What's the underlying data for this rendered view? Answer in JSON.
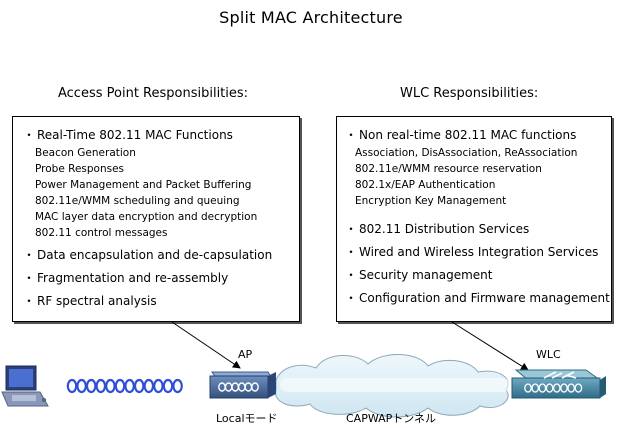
{
  "title": "Split MAC Architecture",
  "ap_column": {
    "heading": "Access Point  Responsibilities:",
    "items": [
      {
        "label": "Real-Time 802.11 MAC Functions",
        "sub": [
          "Beacon Generation",
          "Probe Responses",
          "Power Management and Packet Buffering",
          "802.11e/WMM scheduling and queuing",
          "MAC layer data encryption and decryption",
          "802.11 control messages"
        ]
      },
      {
        "label": "Data encapsulation and de-capsulation"
      },
      {
        "label": "Fragmentation and re-assembly"
      },
      {
        "label": "RF spectral analysis"
      }
    ]
  },
  "wlc_column": {
    "heading": "WLC  Responsibilities:",
    "items": [
      {
        "label": "Non real-time 802.11 MAC functions",
        "sub": [
          "Association, DisAssociation, ReAssociation",
          "802.11e/WMM resource reservation",
          "802.1x/EAP Authentication",
          "Encryption Key Management"
        ]
      },
      {
        "label": "802.11 Distribution Services"
      },
      {
        "label": "Wired and Wireless Integration Services"
      },
      {
        "label": "Security management"
      },
      {
        "label": "Configuration and Firmware management"
      }
    ]
  },
  "bullet_char": "・",
  "diagram": {
    "ap_label": "AP",
    "ap_mode_label": "Localモード",
    "wlc_label": "WLC",
    "tunnel_label": "CAPWAPトンネル"
  },
  "colors": {
    "device_blue": "#3f5f8f",
    "wave_blue": "#2e4fd8",
    "tunnel_cloud": "#dfeff7",
    "wlc_teal": "#3f7f9a"
  }
}
